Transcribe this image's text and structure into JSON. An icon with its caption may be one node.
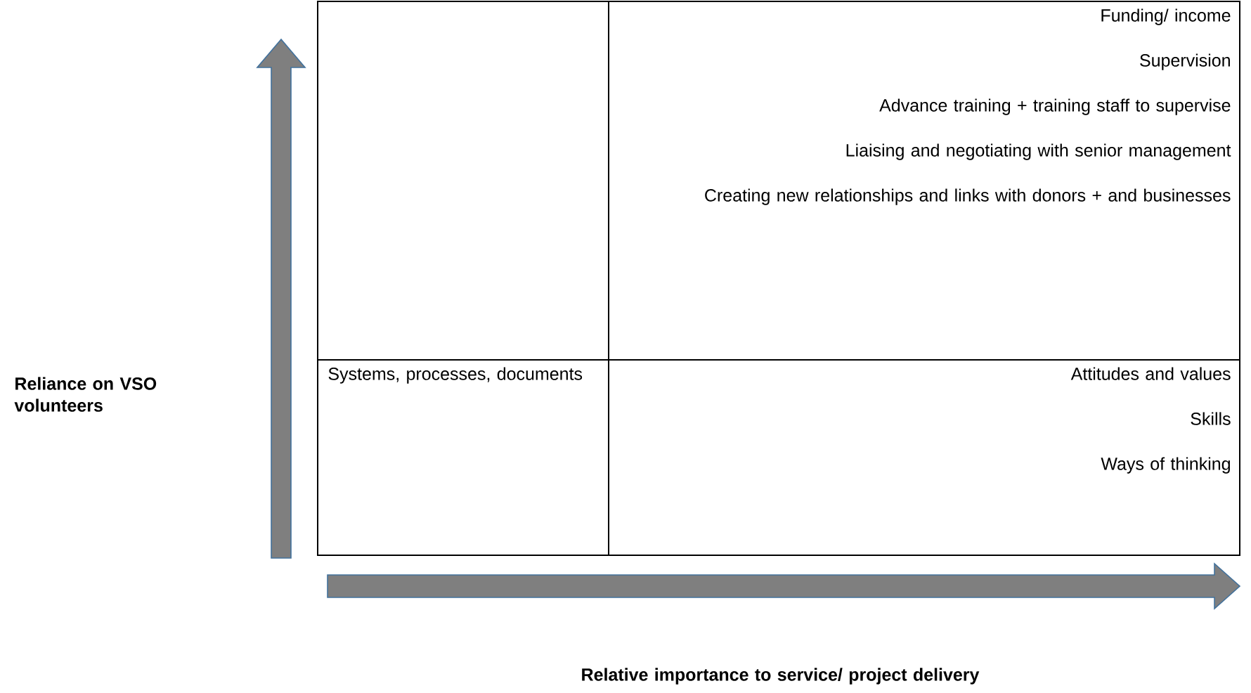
{
  "diagram": {
    "labels": [
      "Funding/ income",
      "Supervision",
      "Advance training + training staff to supervise",
      "Liaising and negotiating with senior management",
      "Creating new relationships and links with donors + and businesses",
      "Reliance on VSO volunteers",
      "Systems, processes, documents",
      "Attitudes and values",
      "Skills",
      "Ways of thinking",
      "Relative importance to service/ project delivery"
    ]
  }
}
